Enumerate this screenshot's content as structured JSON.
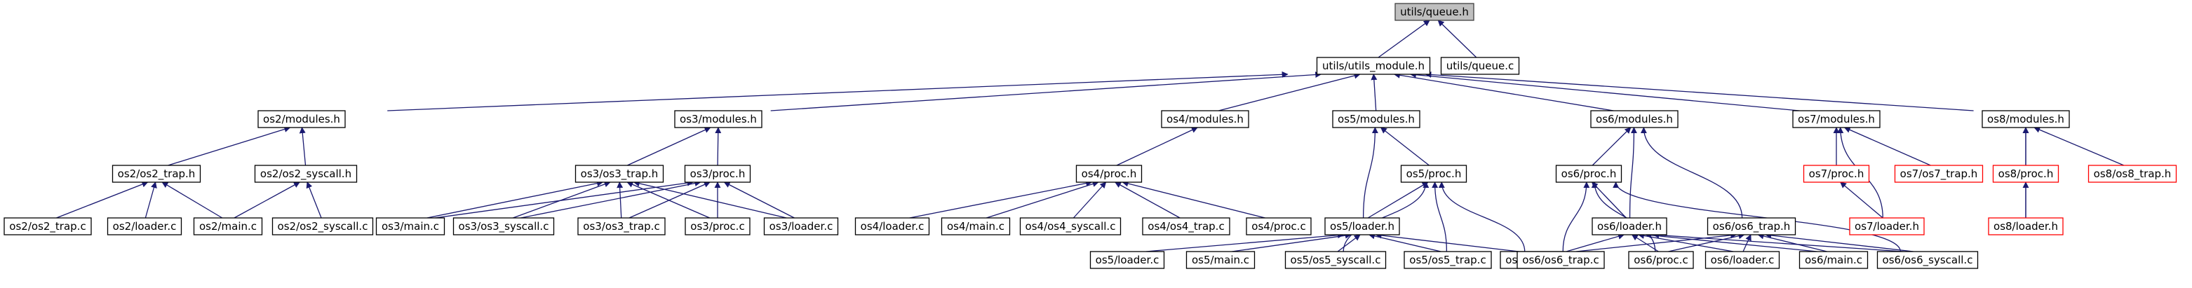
{
  "graph": {
    "edge_color": "#191970",
    "nodes": [
      {
        "id": "queue_h",
        "label": "utils/queue.h",
        "style": "root"
      },
      {
        "id": "utils_module_h",
        "label": "utils/utils_module.h"
      },
      {
        "id": "queue_c",
        "label": "utils/queue.c"
      },
      {
        "id": "os2_modules_h",
        "label": "os2/modules.h"
      },
      {
        "id": "os3_modules_h",
        "label": "os3/modules.h"
      },
      {
        "id": "os4_modules_h",
        "label": "os4/modules.h"
      },
      {
        "id": "os5_modules_h",
        "label": "os5/modules.h"
      },
      {
        "id": "os6_modules_h",
        "label": "os6/modules.h"
      },
      {
        "id": "os7_modules_h",
        "label": "os7/modules.h"
      },
      {
        "id": "os8_modules_h",
        "label": "os8/modules.h"
      },
      {
        "id": "os2_trap_h",
        "label": "os2/os2_trap.h"
      },
      {
        "id": "os2_syscall_h",
        "label": "os2/os2_syscall.h"
      },
      {
        "id": "os2_trap_c",
        "label": "os2/os2_trap.c"
      },
      {
        "id": "os2_loader_c",
        "label": "os2/loader.c"
      },
      {
        "id": "os2_main_c",
        "label": "os2/main.c"
      },
      {
        "id": "os2_syscall_c",
        "label": "os2/os2_syscall.c"
      },
      {
        "id": "os3_trap_h",
        "label": "os3/os3_trap.h"
      },
      {
        "id": "os3_proc_h",
        "label": "os3/proc.h"
      },
      {
        "id": "os3_main_c",
        "label": "os3/main.c"
      },
      {
        "id": "os3_syscall_c",
        "label": "os3/os3_syscall.c"
      },
      {
        "id": "os3_trap_c",
        "label": "os3/os3_trap.c"
      },
      {
        "id": "os3_proc_c",
        "label": "os3/proc.c"
      },
      {
        "id": "os3_loader_c",
        "label": "os3/loader.c"
      },
      {
        "id": "os4_proc_h",
        "label": "os4/proc.h"
      },
      {
        "id": "os4_loader_c",
        "label": "os4/loader.c"
      },
      {
        "id": "os4_main_c",
        "label": "os4/main.c"
      },
      {
        "id": "os4_syscall_c",
        "label": "os4/os4_syscall.c"
      },
      {
        "id": "os4_trap_c",
        "label": "os4/os4_trap.c"
      },
      {
        "id": "os4_proc_c",
        "label": "os4/proc.c"
      },
      {
        "id": "os5_proc_h",
        "label": "os5/proc.h"
      },
      {
        "id": "os5_loader_h",
        "label": "os5/loader.h"
      },
      {
        "id": "os5_loader_c",
        "label": "os5/loader.c"
      },
      {
        "id": "os5_main_c",
        "label": "os5/main.c"
      },
      {
        "id": "os5_syscall_c",
        "label": "os5/os5_syscall.c"
      },
      {
        "id": "os5_trap_c",
        "label": "os5/os5_trap.c"
      },
      {
        "id": "os5_proc_c",
        "label": "os5/proc.c"
      },
      {
        "id": "os6_proc_h",
        "label": "os6/proc.h"
      },
      {
        "id": "os6_loader_h",
        "label": "os6/loader.h"
      },
      {
        "id": "os6_trap_h",
        "label": "os6/os6_trap.h"
      },
      {
        "id": "os6_trap_c",
        "label": "os6/os6_trap.c"
      },
      {
        "id": "os6_proc_c",
        "label": "os6/proc.c"
      },
      {
        "id": "os6_loader_c",
        "label": "os6/loader.c"
      },
      {
        "id": "os6_main_c",
        "label": "os6/main.c"
      },
      {
        "id": "os6_syscall_c",
        "label": "os6/os6_syscall.c"
      },
      {
        "id": "os7_proc_h",
        "label": "os7/proc.h",
        "style": "red"
      },
      {
        "id": "os7_trap_h",
        "label": "os7/os7_trap.h",
        "style": "red"
      },
      {
        "id": "os7_loader_h",
        "label": "os7/loader.h",
        "style": "red"
      },
      {
        "id": "os8_proc_h",
        "label": "os8/proc.h",
        "style": "red"
      },
      {
        "id": "os8_trap_h",
        "label": "os8/os8_trap.h",
        "style": "red"
      },
      {
        "id": "os8_loader_h",
        "label": "os8/loader.h",
        "style": "red"
      }
    ],
    "edges": [
      [
        "utils_module_h",
        "queue_h"
      ],
      [
        "queue_c",
        "queue_h"
      ],
      [
        "os2_modules_h",
        "utils_module_h"
      ],
      [
        "os3_modules_h",
        "utils_module_h"
      ],
      [
        "os4_modules_h",
        "utils_module_h"
      ],
      [
        "os5_modules_h",
        "utils_module_h"
      ],
      [
        "os6_modules_h",
        "utils_module_h"
      ],
      [
        "os7_modules_h",
        "utils_module_h"
      ],
      [
        "os8_modules_h",
        "utils_module_h"
      ],
      [
        "os2_trap_h",
        "os2_modules_h"
      ],
      [
        "os2_syscall_h",
        "os2_modules_h"
      ],
      [
        "os2_trap_c",
        "os2_trap_h"
      ],
      [
        "os2_loader_c",
        "os2_trap_h"
      ],
      [
        "os2_main_c",
        "os2_trap_h"
      ],
      [
        "os2_main_c",
        "os2_syscall_h"
      ],
      [
        "os2_syscall_c",
        "os2_syscall_h"
      ],
      [
        "os3_trap_h",
        "os3_modules_h"
      ],
      [
        "os3_proc_h",
        "os3_modules_h"
      ],
      [
        "os3_main_c",
        "os3_trap_h"
      ],
      [
        "os3_syscall_c",
        "os3_trap_h"
      ],
      [
        "os3_trap_c",
        "os3_trap_h"
      ],
      [
        "os3_proc_c",
        "os3_trap_h"
      ],
      [
        "os3_loader_c",
        "os3_trap_h"
      ],
      [
        "os3_main_c",
        "os3_proc_h"
      ],
      [
        "os3_syscall_c",
        "os3_proc_h"
      ],
      [
        "os3_trap_c",
        "os3_proc_h"
      ],
      [
        "os3_proc_c",
        "os3_proc_h"
      ],
      [
        "os3_loader_c",
        "os3_proc_h"
      ],
      [
        "os4_proc_h",
        "os4_modules_h"
      ],
      [
        "os4_loader_c",
        "os4_proc_h"
      ],
      [
        "os4_main_c",
        "os4_proc_h"
      ],
      [
        "os4_syscall_c",
        "os4_proc_h"
      ],
      [
        "os4_trap_c",
        "os4_proc_h"
      ],
      [
        "os4_proc_c",
        "os4_proc_h"
      ],
      [
        "os5_proc_h",
        "os5_modules_h"
      ],
      [
        "os5_loader_h",
        "os5_modules_h"
      ],
      [
        "os5_loader_h",
        "os5_proc_h"
      ],
      [
        "os5_syscall_c",
        "os5_proc_h"
      ],
      [
        "os5_trap_c",
        "os5_proc_h"
      ],
      [
        "os5_proc_c",
        "os5_proc_h"
      ],
      [
        "os5_loader_c",
        "os5_loader_h"
      ],
      [
        "os5_main_c",
        "os5_loader_h"
      ],
      [
        "os5_syscall_c",
        "os5_loader_h"
      ],
      [
        "os5_trap_c",
        "os5_loader_h"
      ],
      [
        "os5_proc_c",
        "os5_loader_h"
      ],
      [
        "os6_proc_h",
        "os6_modules_h"
      ],
      [
        "os6_loader_h",
        "os6_modules_h"
      ],
      [
        "os6_trap_h",
        "os6_modules_h"
      ],
      [
        "os6_loader_h",
        "os6_proc_h"
      ],
      [
        "os6_trap_c",
        "os6_proc_h"
      ],
      [
        "os6_proc_c",
        "os6_proc_h"
      ],
      [
        "os6_syscall_c",
        "os6_proc_h"
      ],
      [
        "os6_trap_c",
        "os6_loader_h"
      ],
      [
        "os6_proc_c",
        "os6_loader_h"
      ],
      [
        "os6_loader_c",
        "os6_loader_h"
      ],
      [
        "os6_main_c",
        "os6_loader_h"
      ],
      [
        "os6_syscall_c",
        "os6_loader_h"
      ],
      [
        "os6_trap_c",
        "os6_trap_h"
      ],
      [
        "os6_proc_c",
        "os6_trap_h"
      ],
      [
        "os6_loader_c",
        "os6_trap_h"
      ],
      [
        "os6_main_c",
        "os6_trap_h"
      ],
      [
        "os6_syscall_c",
        "os6_trap_h"
      ],
      [
        "os7_proc_h",
        "os7_modules_h"
      ],
      [
        "os7_trap_h",
        "os7_modules_h"
      ],
      [
        "os7_loader_h",
        "os7_modules_h"
      ],
      [
        "os7_loader_h",
        "os7_proc_h"
      ],
      [
        "os8_proc_h",
        "os8_modules_h"
      ],
      [
        "os8_trap_h",
        "os8_modules_h"
      ],
      [
        "os8_loader_h",
        "os8_modules_h"
      ],
      [
        "os8_loader_h",
        "os8_proc_h"
      ]
    ]
  }
}
